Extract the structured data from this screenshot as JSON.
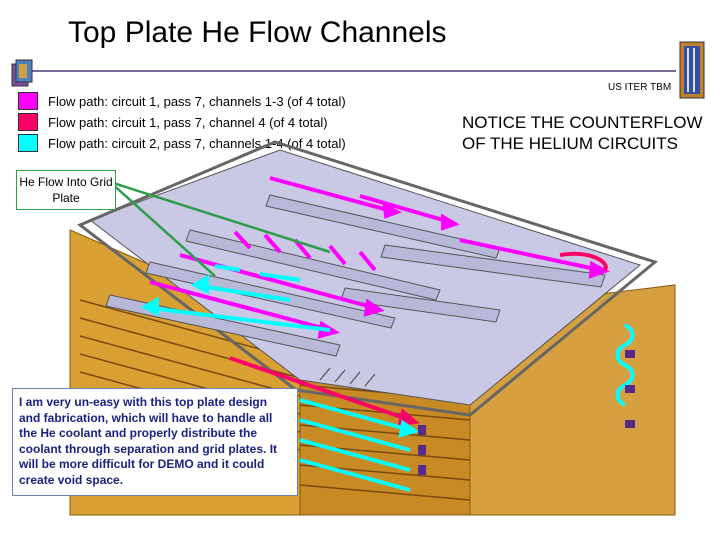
{
  "title": "Top Plate He Flow Channels",
  "org_label": "US ITER TBM",
  "legend": [
    {
      "label": "Flow path: circuit 1, pass 7, channels 1-3 (of 4 total)",
      "color": "#ff00ff"
    },
    {
      "label": "Flow path: circuit 1, pass 7, channel 4 (of 4 total)",
      "color": "#ff0066"
    },
    {
      "label": "Flow path: circuit 2, pass 7, channels 1-4 (of 4 total)",
      "color": "#00ffff"
    }
  ],
  "notice": "NOTICE THE COUNTERFLOW OF THE HELIUM CIRCUITS",
  "callout": "He Flow Into Grid Plate",
  "comment": "I am very un-easy with this top plate design and fabrication, which will have to handle all the He coolant and properly distribute the coolant through separation and grid plates.  It will be more difficult for DEMO and it could create void space.",
  "colors": {
    "circuit1": "#ff00ff",
    "circuit1_ch4": "#ff0066",
    "circuit2": "#00ffff",
    "plate": "#c9c9e6",
    "frame": "#d9a033",
    "callout_line": "#2e9d4a"
  }
}
